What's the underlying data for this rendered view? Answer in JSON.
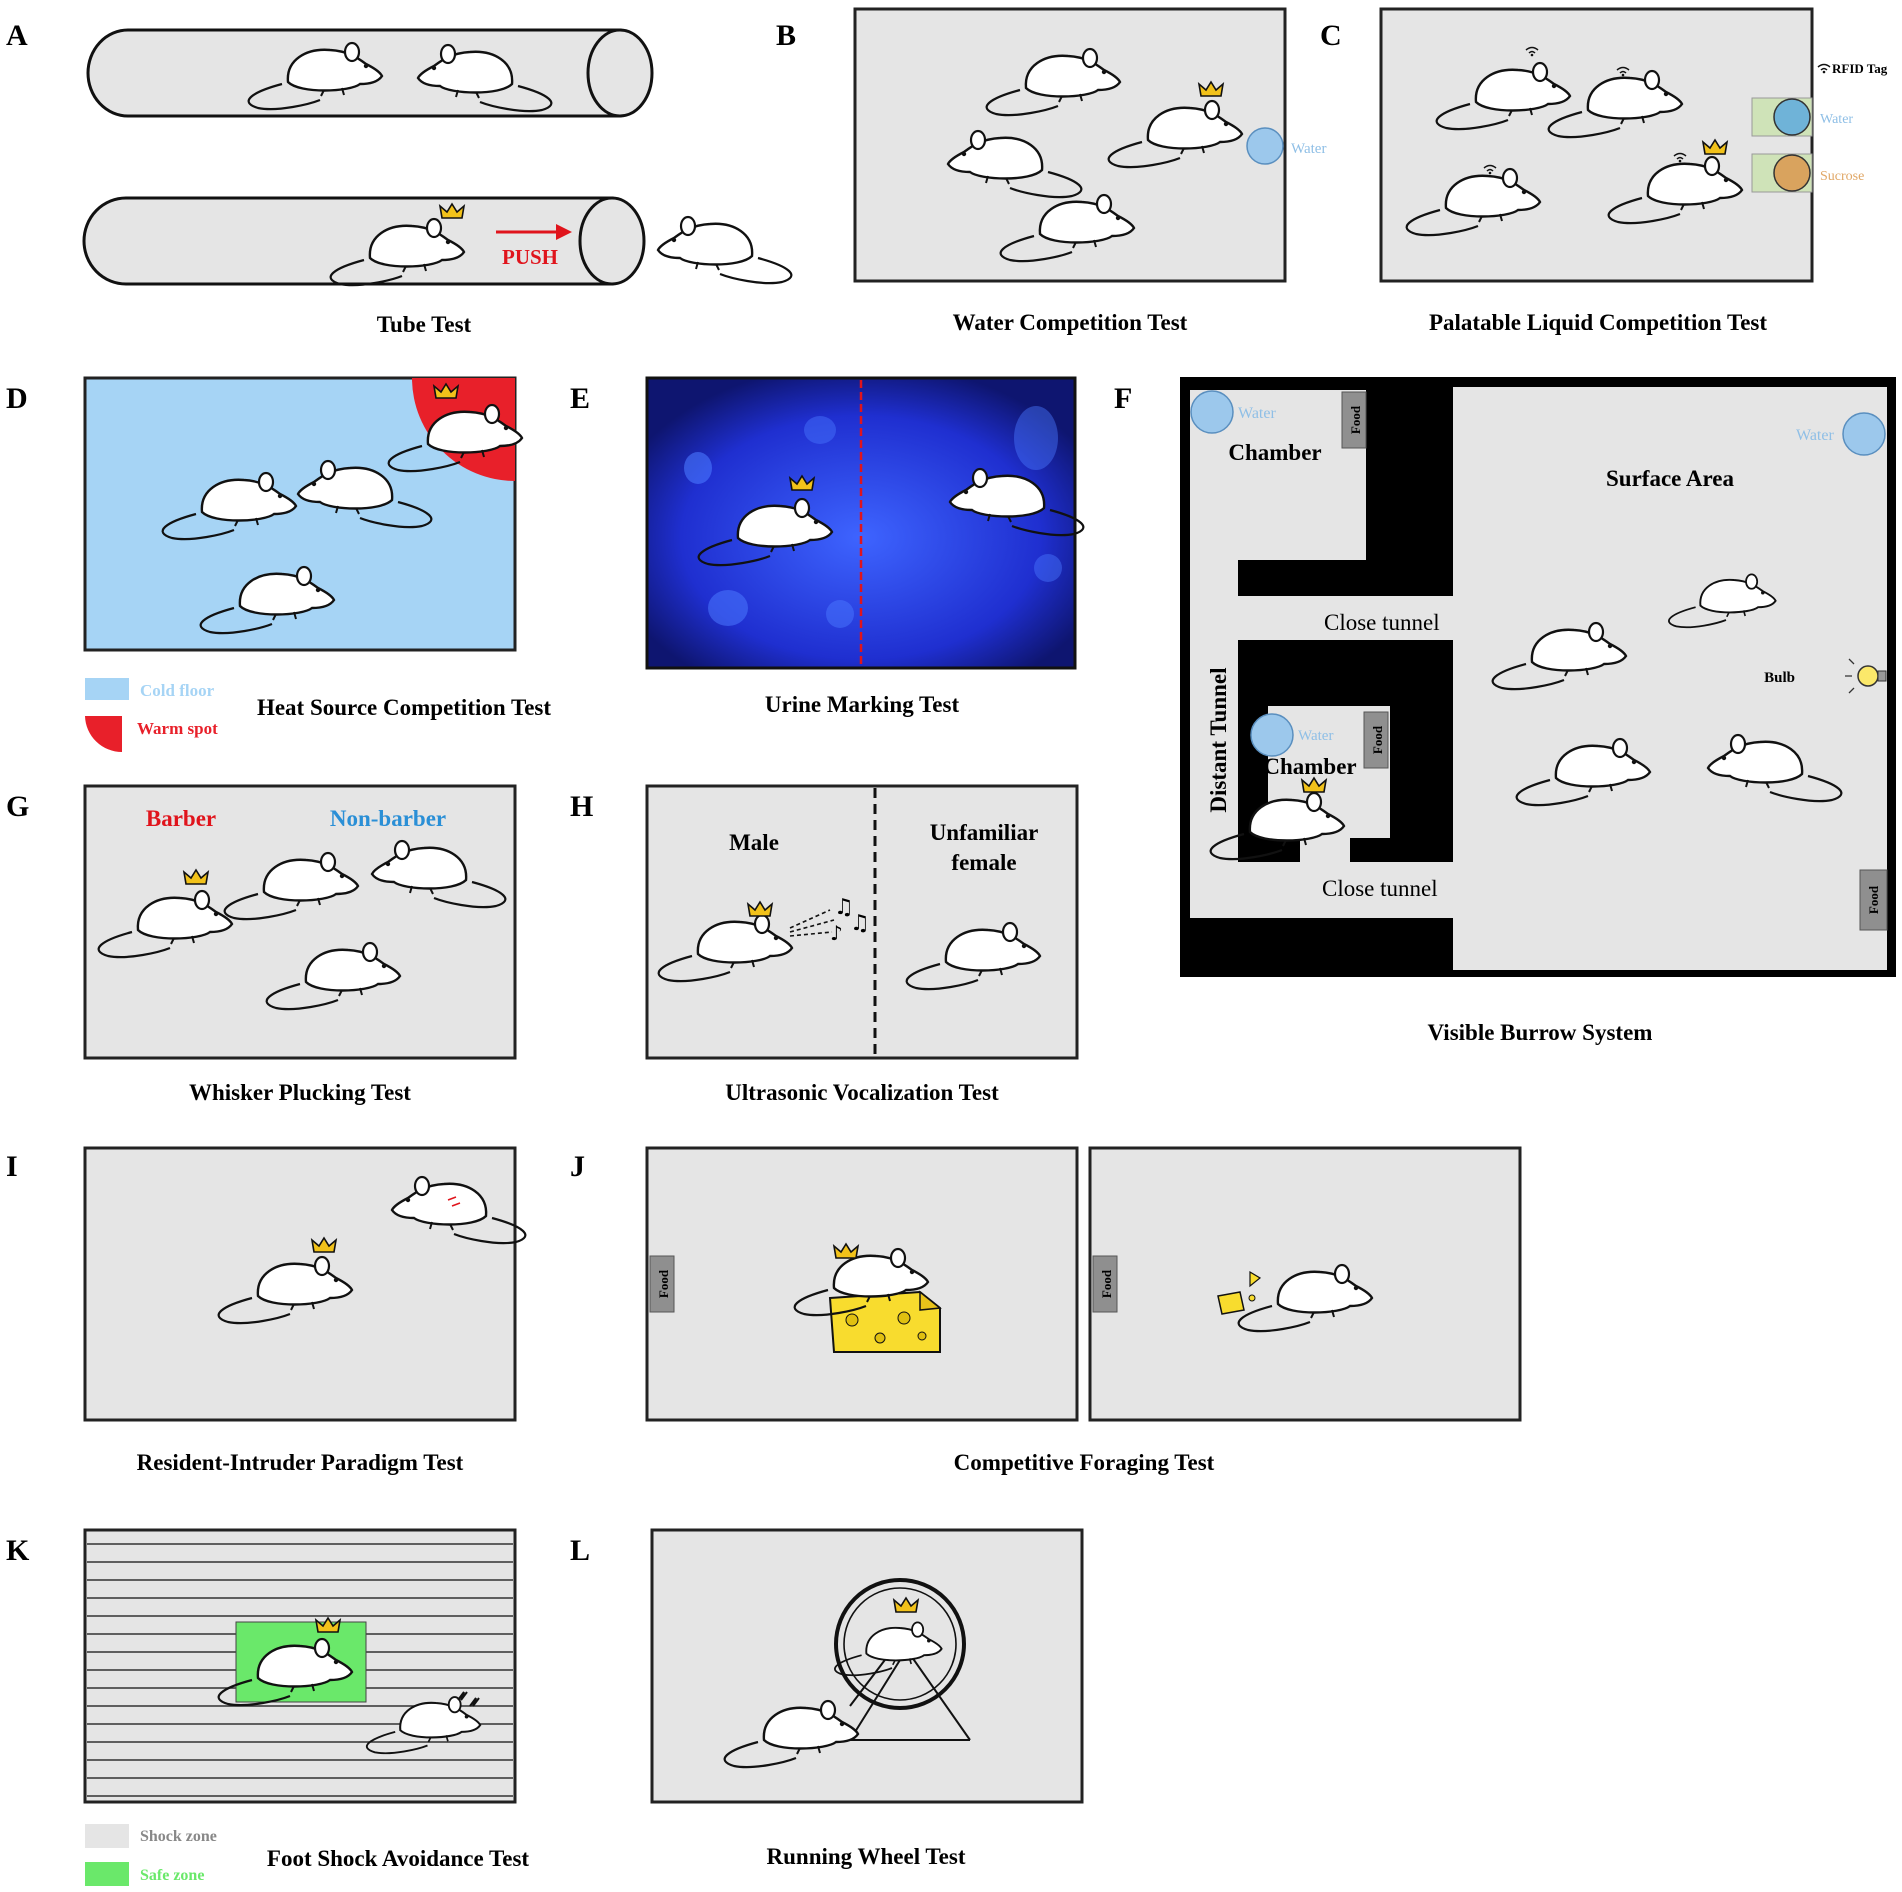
{
  "panels": {
    "A": {
      "letter": "A",
      "caption": "Tube Test",
      "push": "PUSH"
    },
    "B": {
      "letter": "B",
      "caption": "Water Competition Test",
      "water": "Water"
    },
    "C": {
      "letter": "C",
      "caption": "Palatable Liquid Competition Test",
      "rfid": "RFID Tag",
      "water": "Water",
      "sucrose": "Sucrose"
    },
    "D": {
      "letter": "D",
      "caption": "Heat Source Competition Test",
      "legend_cold": "Cold  floor",
      "legend_warm": "Warm spot"
    },
    "E": {
      "letter": "E",
      "caption": "Urine Marking Test"
    },
    "F": {
      "letter": "F",
      "caption": "Visible Burrow System",
      "water": "Water",
      "food": "Food",
      "chamber": "Chamber",
      "surface": "Surface Area",
      "close_tunnel": "Close tunnel",
      "distant_tunnel": "Distant Tunnel",
      "bulb": "Bulb"
    },
    "G": {
      "letter": "G",
      "caption": "Whisker Plucking Test",
      "barber": "Barber",
      "nonbarber": "Non-barber"
    },
    "H": {
      "letter": "H",
      "caption": "Ultrasonic Vocalization Test",
      "male": "Male",
      "female_1": "Unfamiliar",
      "female_2": "female"
    },
    "I": {
      "letter": "I",
      "caption": "Resident-Intruder Paradigm Test"
    },
    "J": {
      "letter": "J",
      "caption": "Competitive Foraging Test",
      "food": "Food"
    },
    "K": {
      "letter": "K",
      "caption": "Foot Shock Avoidance Test",
      "legend_shock": "Shock zone",
      "legend_safe": "Safe zone"
    },
    "L": {
      "letter": "L",
      "caption": "Running Wheel Test"
    }
  },
  "colors": {
    "box": "#e5e5e5",
    "water": "#9cc8ec",
    "water_text": "#8fbfe6",
    "sucrose": "#e0a766",
    "cold_floor": "#a6d4f5",
    "warm": "#e8202a",
    "urine_bg": "#1f2fd0",
    "green_safe": "#6ae86a",
    "barber": "#e0141c",
    "nonbarber": "#2a8fd6",
    "crown": "#f2c21a",
    "food_box": "#8f8f8f"
  },
  "icons": [
    "mouse-icon",
    "crown-icon",
    "rfid-signal-icon",
    "bulb-icon",
    "music-notes-icon",
    "cheese-icon",
    "running-wheel-icon",
    "lightning-icon"
  ]
}
